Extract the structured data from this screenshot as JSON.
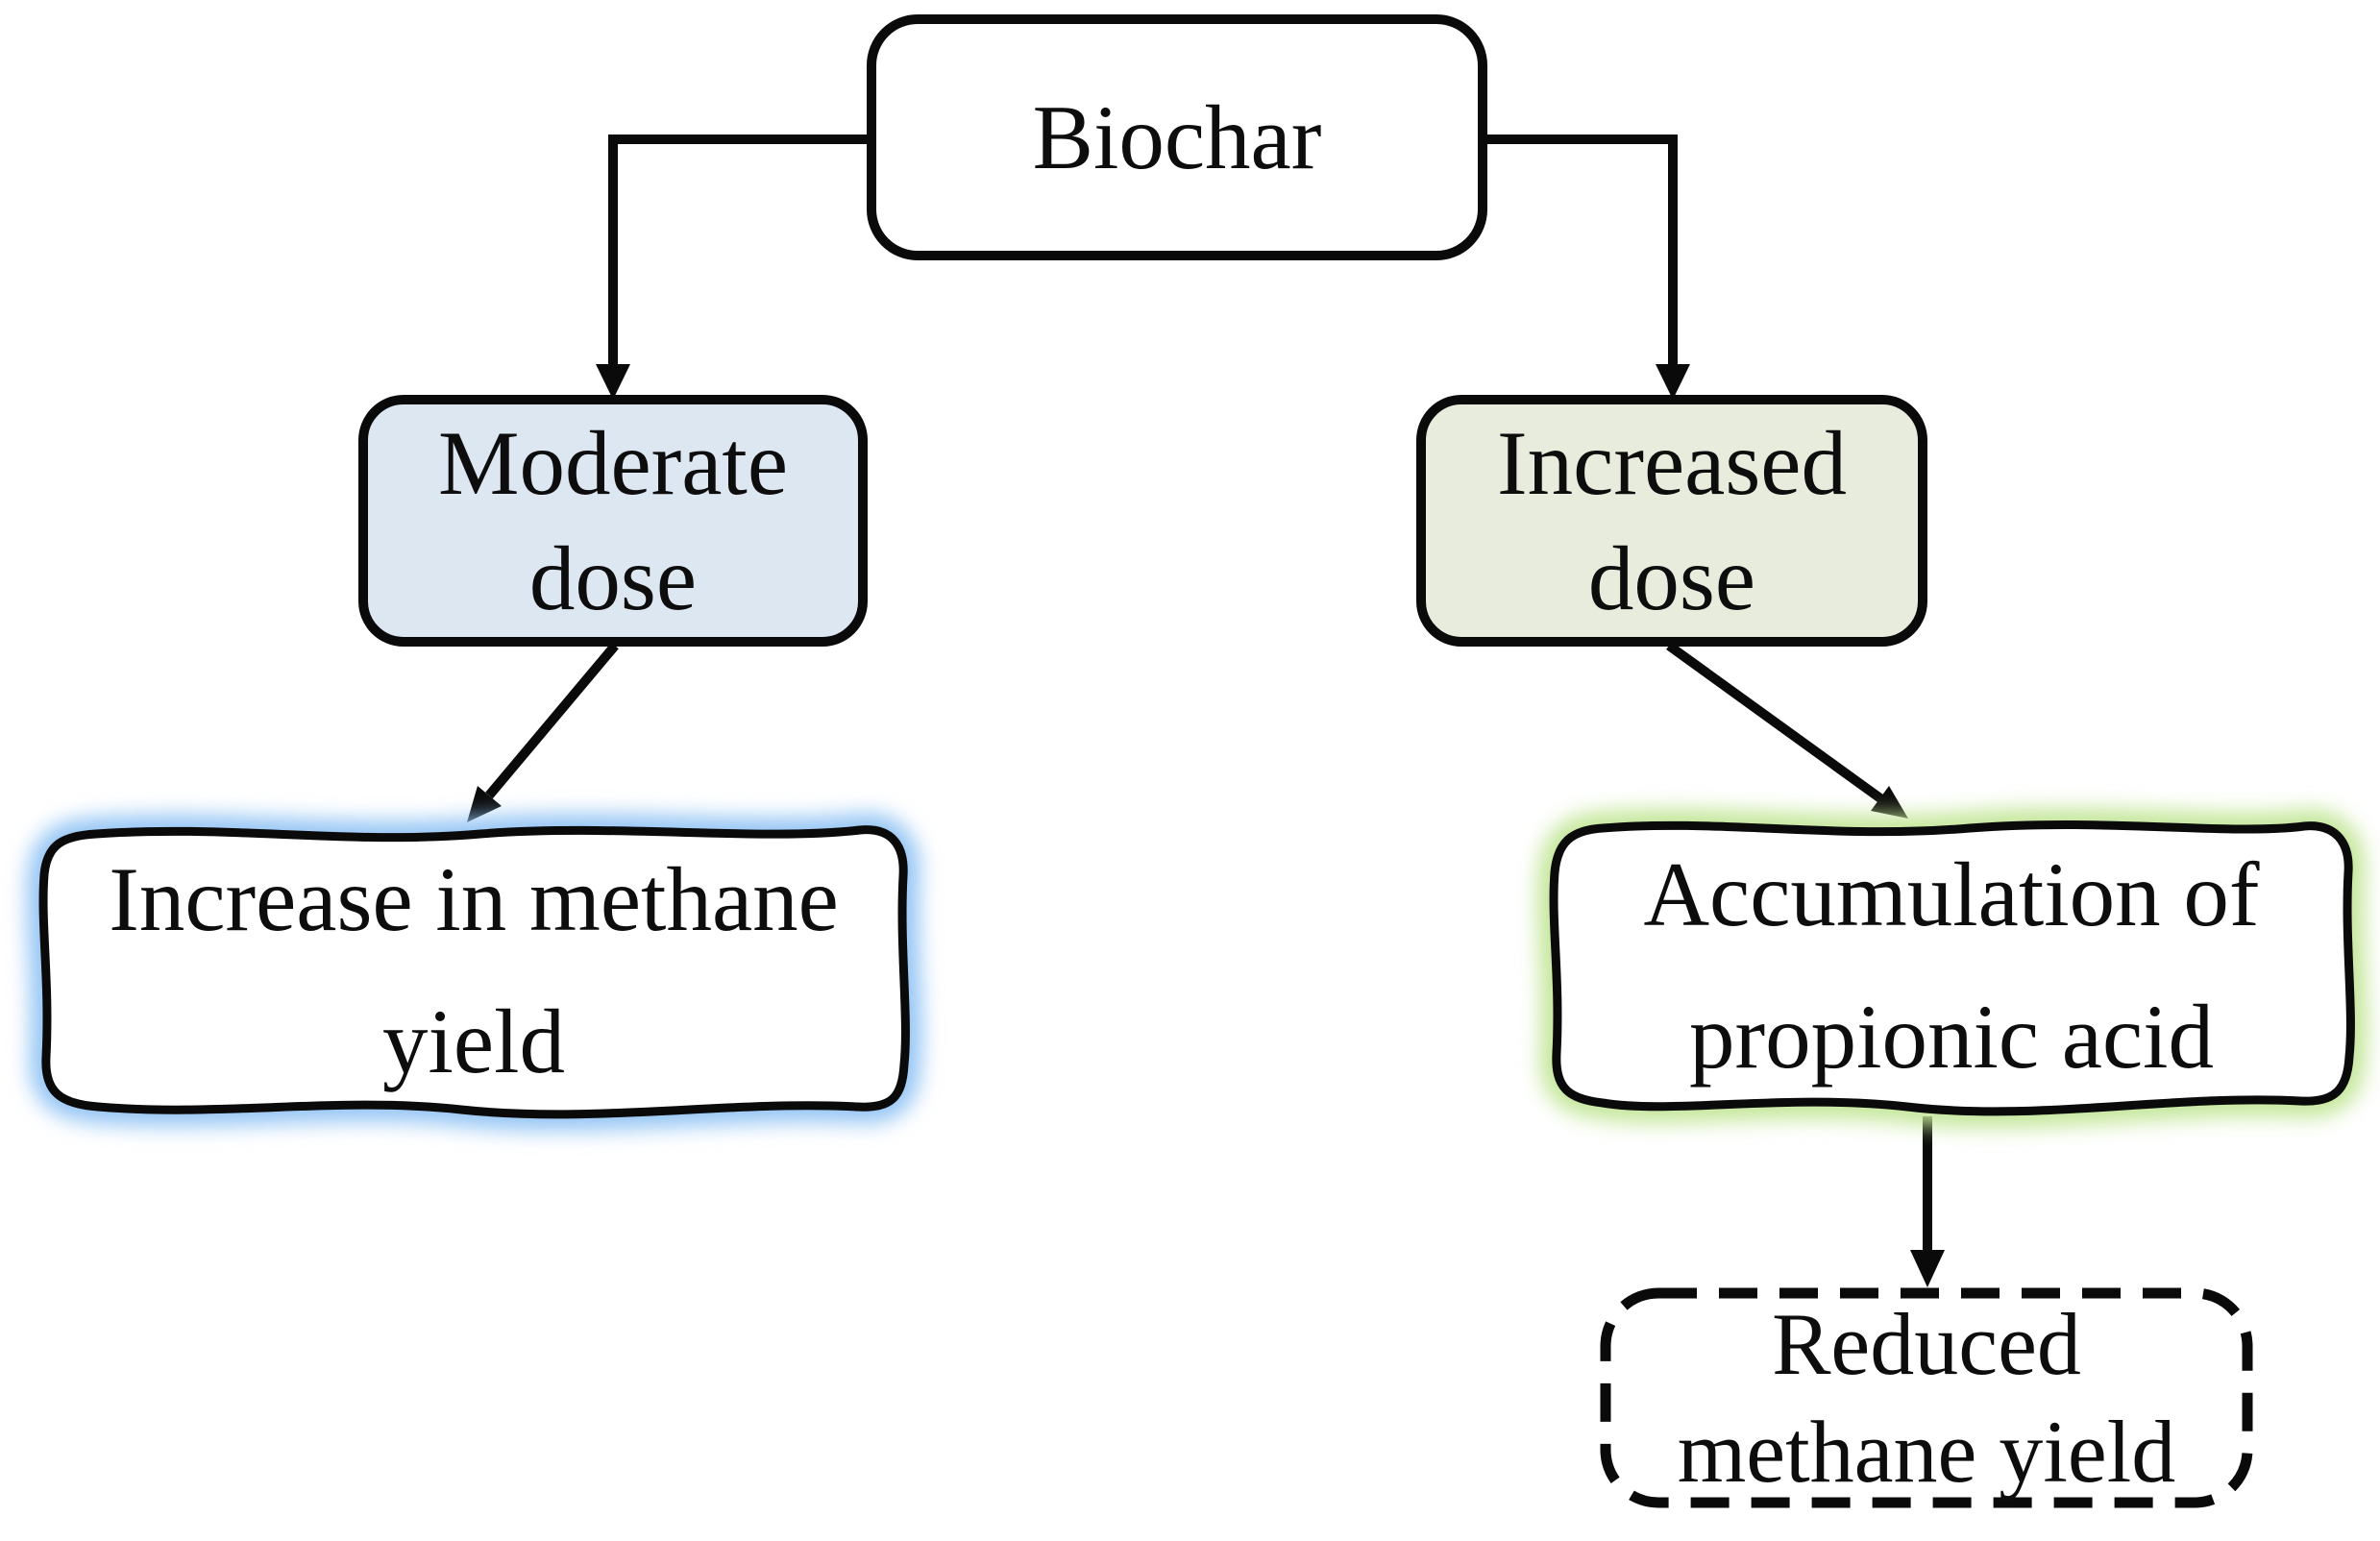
{
  "figure": {
    "type": "flowchart",
    "background": "#ffffff",
    "nodes": {
      "biochar": {
        "label": "Biochar",
        "shape": "rounded-rect",
        "fill": "#ffffff"
      },
      "moderate_dose": {
        "line1": "Moderate",
        "line2": "dose",
        "shape": "rounded-rect",
        "fill": "#dce7f2"
      },
      "increased_dose": {
        "line1": "Increased",
        "line2": "dose",
        "shape": "rounded-rect",
        "fill": "#e8ecdd"
      },
      "methane_increase": {
        "line1": "Increase in methane",
        "line2": "yield",
        "shape": "wavy-rect",
        "fill": "#ffffff",
        "glow": "#93c4f4"
      },
      "propionic_accumulation": {
        "line1": "Accumulation of",
        "line2": "propionic acid",
        "shape": "wavy-rect",
        "fill": "#ffffff",
        "glow": "#c3e698"
      },
      "reduced_methane": {
        "line1": "Reduced",
        "line2": "methane yield",
        "shape": "dashed-rect",
        "fill": "#ffffff"
      }
    },
    "edges": [
      {
        "from": "biochar",
        "to": "moderate_dose"
      },
      {
        "from": "biochar",
        "to": "increased_dose"
      },
      {
        "from": "moderate_dose",
        "to": "methane_increase"
      },
      {
        "from": "increased_dose",
        "to": "propionic_accumulation"
      },
      {
        "from": "propionic_accumulation",
        "to": "reduced_methane"
      }
    ],
    "colors": {
      "line": "#0a0a0a",
      "moderate_fill": "#dce7f2",
      "increased_fill": "#e8ecdd",
      "blue_glow": "#93c4f4",
      "green_glow": "#c3e698"
    }
  }
}
